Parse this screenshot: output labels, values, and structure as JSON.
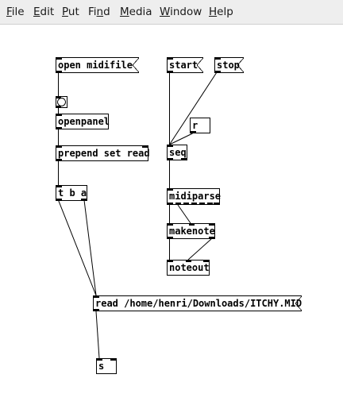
{
  "menu": [
    {
      "underline": "F",
      "rest": "ile"
    },
    {
      "underline": "E",
      "rest": "dit"
    },
    {
      "underline": "P",
      "rest": "ut"
    },
    {
      "pre": "Fi",
      "underline": "n",
      "rest": "d"
    },
    {
      "underline": "M",
      "rest": "edia"
    },
    {
      "underline": "W",
      "rest": "indow"
    },
    {
      "underline": "H",
      "rest": "elp"
    }
  ],
  "objects": {
    "open_midifile": "open midifile",
    "openpanel": "openpanel",
    "prepend": "prepend set read",
    "trigger": "t b a",
    "start": "start",
    "stop": "stop",
    "receive": "r",
    "seq": "seq",
    "midiparse": "midiparse",
    "makenote": "makenote",
    "noteout": "noteout",
    "read_msg": "read /home/henri/Downloads/ITCHY.MID",
    "send": "s"
  }
}
